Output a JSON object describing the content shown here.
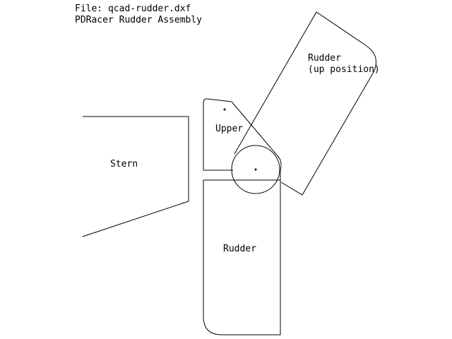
{
  "header": {
    "file_line": "File: qcad-rudder.dxf",
    "title_line": "PDRacer Rudder Assembly"
  },
  "labels": {
    "stern": "Stern",
    "upper": "Upper",
    "rudder_lower": "Rudder",
    "rudder_up_line1": "Rudder",
    "rudder_up_line2": "(up position)"
  },
  "colors": {
    "ink": "#000000",
    "background": "#ffffff"
  }
}
